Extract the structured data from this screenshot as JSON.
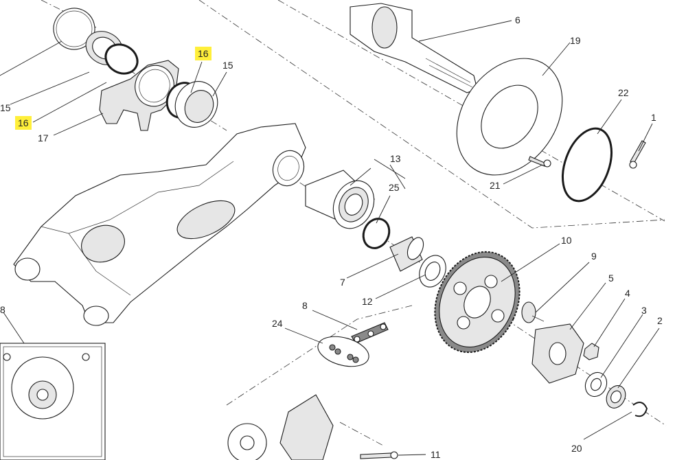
{
  "labels": {
    "l1": "1",
    "l2": "2",
    "l3": "3",
    "l4": "4",
    "l5": "5",
    "l6": "6",
    "l7": "7",
    "l8": "8",
    "l9": "9",
    "l10": "10",
    "l11": "11",
    "l12": "12",
    "l13": "13",
    "l15a": "15",
    "l15b": "15",
    "l16a": "16",
    "l16b": "16",
    "l17": "17",
    "l19": "19",
    "l20": "20",
    "l21": "21",
    "l22": "22",
    "l24": "24",
    "l25": "25",
    "l8b": "8"
  },
  "colors": {
    "highlight": "#ffef3a",
    "line": "#222222"
  }
}
